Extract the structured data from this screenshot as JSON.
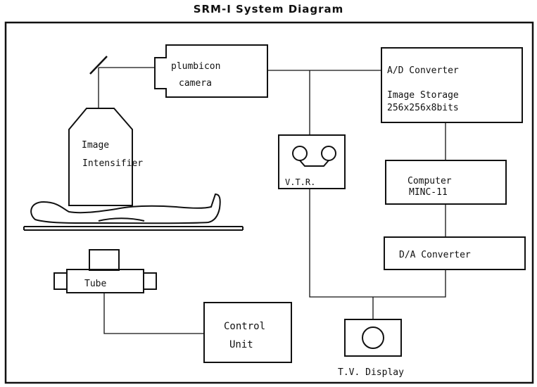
{
  "diagram": {
    "title": "SRM-I System Diagram",
    "nodes": {
      "camera": [
        "plumbicon",
        "camera"
      ],
      "intensifier": [
        "Image",
        "Intensifier"
      ],
      "vtr": "V.T.R.",
      "ad_converter": [
        "A/D Converter",
        "",
        "Image Storage",
        "256x256x8bits"
      ],
      "computer": [
        "Computer",
        "MINC-11"
      ],
      "da_converter": "D/A Converter",
      "tube": "Tube",
      "control_unit": [
        "Control",
        "Unit"
      ],
      "tv_display": "T.V. Display"
    }
  }
}
